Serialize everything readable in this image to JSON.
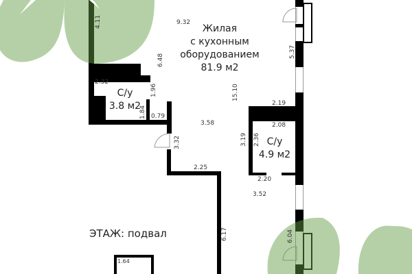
{
  "plan": {
    "floor_label": "ЭТАЖ: подвал",
    "rooms": [
      {
        "name": "Жилая",
        "name2": "с кухонным",
        "name3": "оборудованием",
        "area": "81.9 м2"
      },
      {
        "name": "С/у",
        "area": "3.8 м2"
      },
      {
        "name": "С/у",
        "area": "4.9 м2"
      }
    ],
    "dimensions": [
      "9.32",
      "4.11",
      "6.48",
      "2.32",
      "1.96",
      "1.84",
      "0.79",
      "15.10",
      "5.37",
      "2.19",
      "2.08",
      "3.58",
      "3.19",
      "2.36",
      "3.32",
      "2.25",
      "2.20",
      "3.52",
      "6.17",
      "6.04",
      "1.64"
    ]
  },
  "colors": {
    "wall": "#000000",
    "leaf": "rgba(100,157,68,0.48)"
  }
}
